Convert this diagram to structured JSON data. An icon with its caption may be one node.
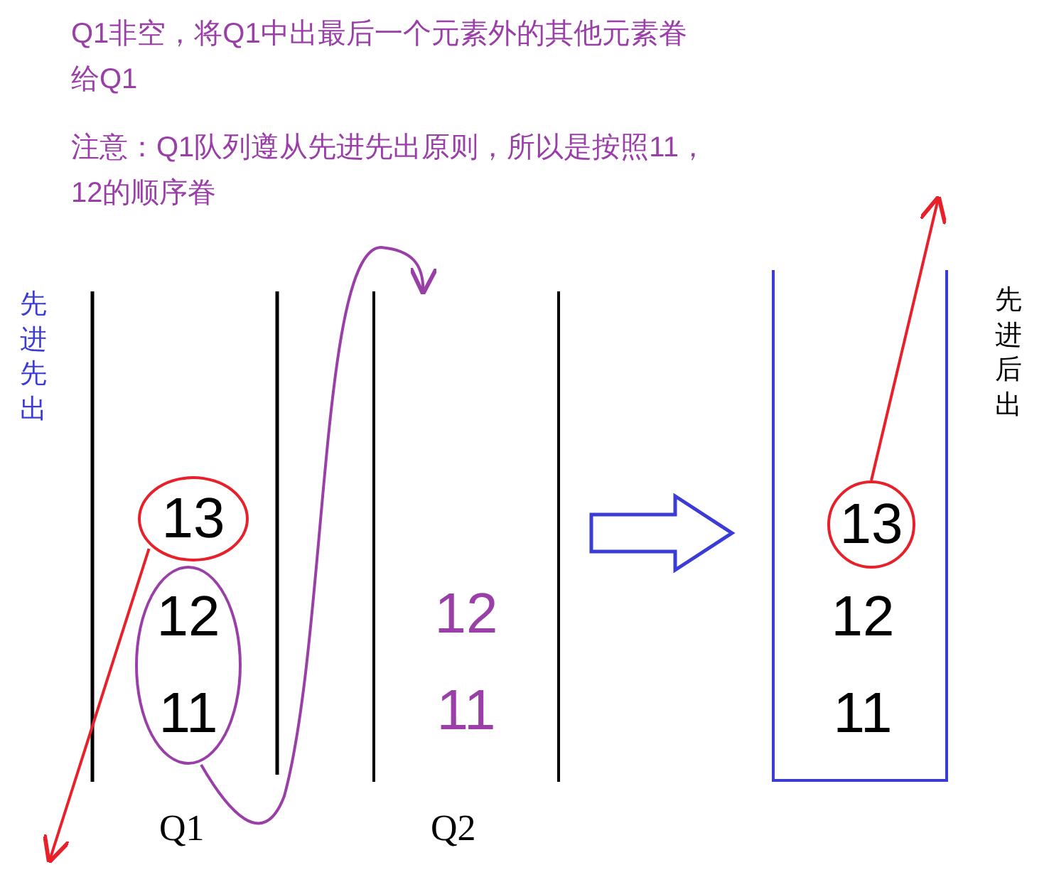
{
  "diagram": {
    "nodes": [
      {
        "text": [
          "13"
        ]
      },
      {
        "text": [
          "12",
          "11"
        ]
      },
      {
        "text": [
          "12",
          "11"
        ]
      },
      {
        "text": [],
        "shape": "box"
      },
      {
        "text": [
          "13"
        ],
        "in": 3
      },
      {
        "text": [
          "12"
        ],
        "in": 3
      },
      {
        "text": [
          "11"
        ],
        "in": 3
      }
    ],
    "edges": [
      {
        "from": 0,
        "to": null,
        "arrow": "to",
        "color": "#e8202a"
      },
      {
        "from": 1,
        "to": 2,
        "arrow": "to",
        "color": "#9b3fa8"
      },
      {
        "from": 2,
        "to": 3,
        "arrow": "to",
        "style": "thick",
        "color": "#3b3bd6"
      },
      {
        "from": 4,
        "to": null,
        "arrow": "to",
        "color": "#e8202a"
      }
    ],
    "labels": [
      "Q1非空，将Q1中出最后一个元素外的其他元素眷给Q1",
      "注意：Q1队列遵从先进先出原则，所以是按照11，12的顺序眷",
      "先进先出",
      "Q1",
      "Q2",
      "先进后出"
    ]
  }
}
